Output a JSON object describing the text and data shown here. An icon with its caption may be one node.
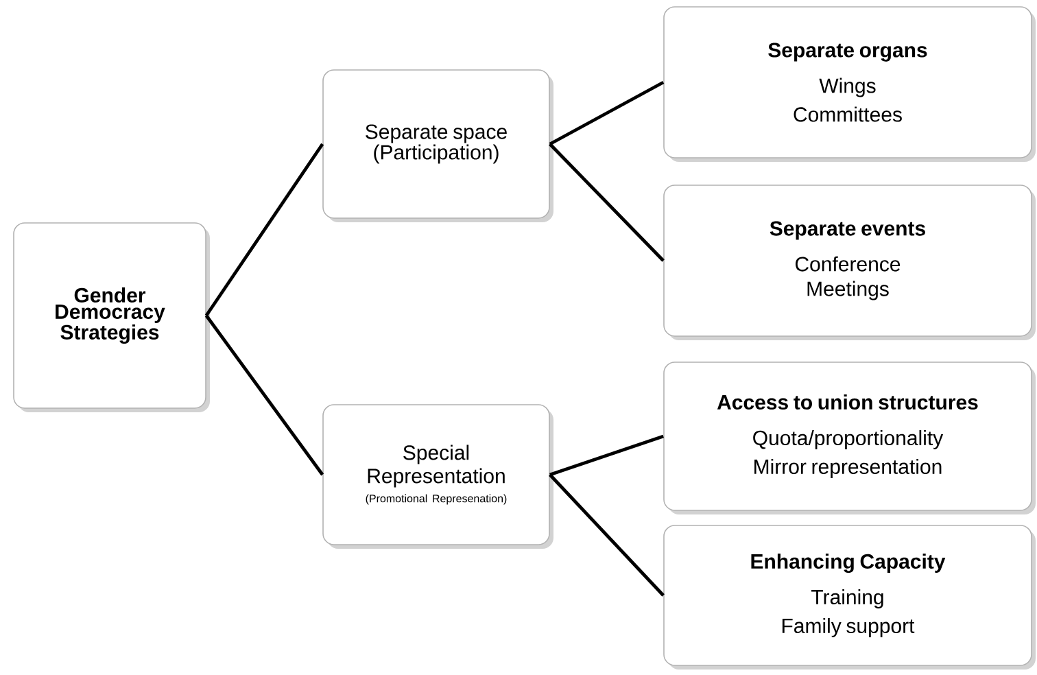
{
  "diagram": {
    "nodes": [
      {
        "text": [
          "Gender Democracy Strategies"
        ]
      },
      {
        "text": [
          "Separate space (Participation)"
        ]
      },
      {
        "text": [
          "Special Representation",
          "(Promotional Represenation)"
        ]
      },
      {
        "text": [
          "Separate organs",
          "Wings",
          "Committees"
        ]
      },
      {
        "text": [
          "Separate events",
          "Conference",
          "Meetings"
        ]
      },
      {
        "text": [
          "Access to union structures",
          "Quota/proportionality",
          "Mirror representation"
        ]
      },
      {
        "text": [
          "Enhancing Capacity",
          "Training",
          "Family support"
        ]
      }
    ],
    "edges": [
      {
        "from": 0,
        "to": 1,
        "arrow": "none"
      },
      {
        "from": 0,
        "to": 2,
        "arrow": "none"
      },
      {
        "from": 1,
        "to": 3,
        "arrow": "none"
      },
      {
        "from": 1,
        "to": 4,
        "arrow": "none"
      },
      {
        "from": 2,
        "to": 5,
        "arrow": "none"
      },
      {
        "from": 2,
        "to": 6,
        "arrow": "none"
      }
    ]
  }
}
